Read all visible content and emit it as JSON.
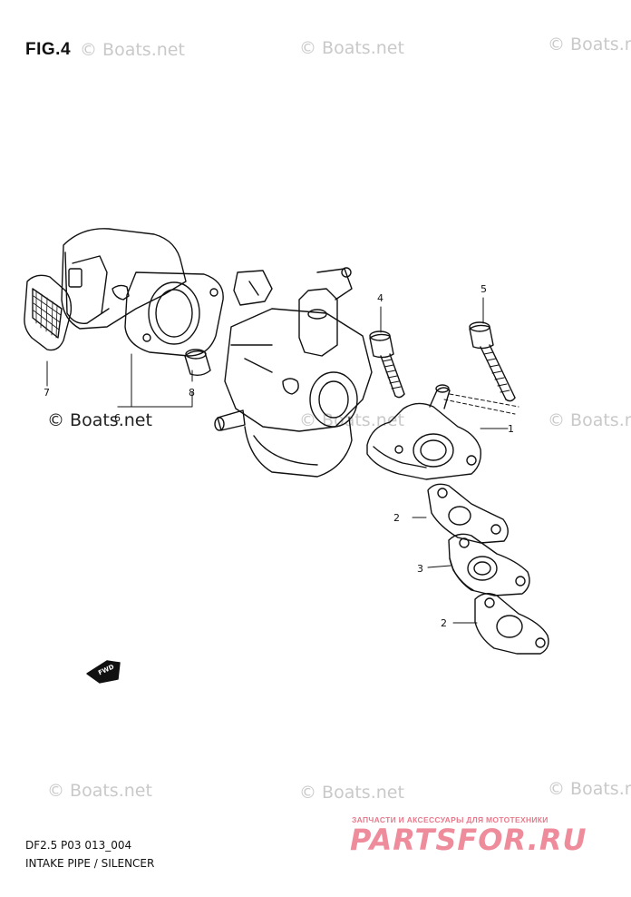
{
  "figure": {
    "label": "FIG.4"
  },
  "watermarks": [
    {
      "text": "© Boats.net",
      "style": "light"
    },
    {
      "text": "© Boats.net",
      "style": "light"
    },
    {
      "text": "© Boats.net",
      "style": "light"
    },
    {
      "text": "© Boats.net",
      "style": "dark"
    },
    {
      "text": "© Boats.net",
      "style": "light"
    },
    {
      "text": "© Boats.net",
      "style": "light"
    },
    {
      "text": "© Boats.net",
      "style": "light"
    },
    {
      "text": "© Boats.net",
      "style": "light"
    },
    {
      "text": "© Boats.net",
      "style": "light"
    }
  ],
  "callouts": [
    "1",
    "2",
    "3",
    "2",
    "4",
    "5",
    "6",
    "7",
    "8"
  ],
  "direction_tag": "FWD",
  "footer": {
    "code": "DF2.5 P03 013_004",
    "title": "INTAKE PIPE / SILENCER"
  },
  "brand": {
    "tagline": "ЗАПЧАСТИ И АКСЕССУАРЫ ДЛЯ МОТОТЕХНИКИ",
    "name": "PARTSFOR.RU"
  },
  "colors": {
    "line": "#111111",
    "watermark": "#c9c9c9",
    "brand": "#ee8c9c"
  }
}
